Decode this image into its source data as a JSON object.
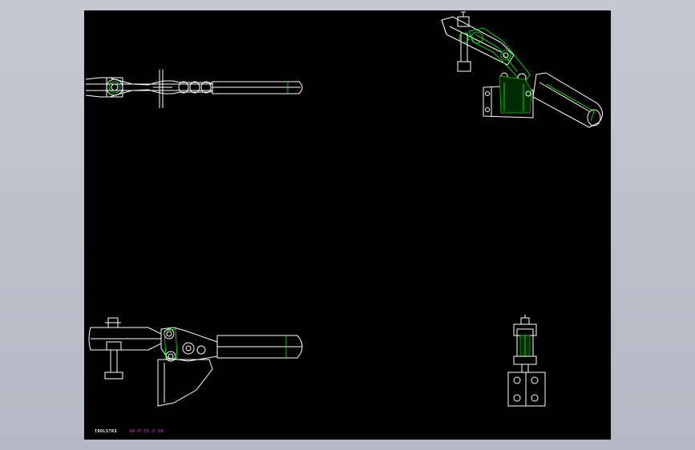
{
  "drawing": {
    "background_color": "#000000",
    "line_color": "#ffffff",
    "highlight_color": "#00ff00",
    "label_color": "#ff33ff"
  },
  "stamp": {
    "logo_text": "TOOLSTRS",
    "code_text": "GH-P-75-3-S0"
  },
  "views": [
    "top-view",
    "isometric-view",
    "front-view",
    "side-view"
  ]
}
